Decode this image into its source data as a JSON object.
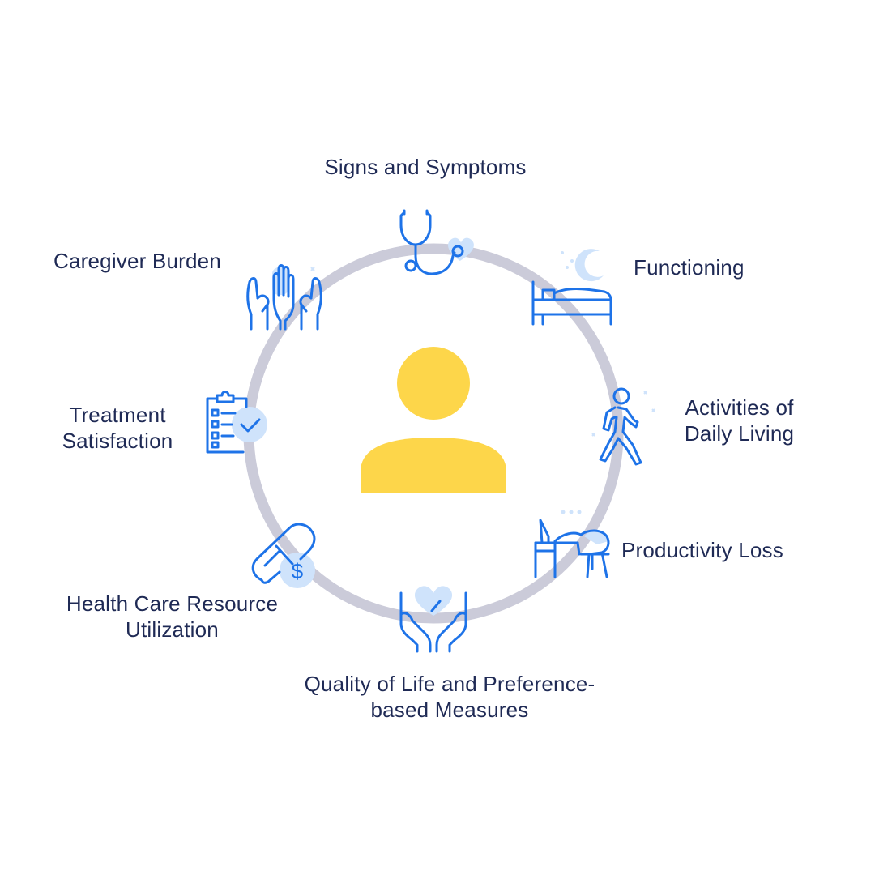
{
  "diagram": {
    "center_icon": "person-silhouette-icon",
    "colors": {
      "ring": "#cbcbd9",
      "person": "#fdd64a",
      "icon_stroke": "#1e73e8",
      "icon_accent": "#cfe3fb",
      "text": "#1f2a55"
    },
    "items": [
      {
        "icon": "stethoscope-heart-icon",
        "lines": [
          "Signs and Symptoms"
        ]
      },
      {
        "icon": "bed-moon-icon",
        "lines": [
          "Functioning"
        ]
      },
      {
        "icon": "walking-person-icon",
        "lines": [
          "Activities of",
          "Daily Living"
        ]
      },
      {
        "icon": "tired-worker-desk-icon",
        "lines": [
          "Productivity Loss"
        ]
      },
      {
        "icon": "hands-holding-heart-icon",
        "lines": [
          "Quality of Life and Preference-",
          "based Measures"
        ]
      },
      {
        "icon": "pill-dollar-icon",
        "lines": [
          "Health Care Resource",
          "Utilization"
        ]
      },
      {
        "icon": "clipboard-check-icon",
        "lines": [
          "Treatment",
          "Satisfaction"
        ]
      },
      {
        "icon": "caring-hands-icon",
        "lines": [
          "Caregiver Burden"
        ]
      }
    ]
  }
}
